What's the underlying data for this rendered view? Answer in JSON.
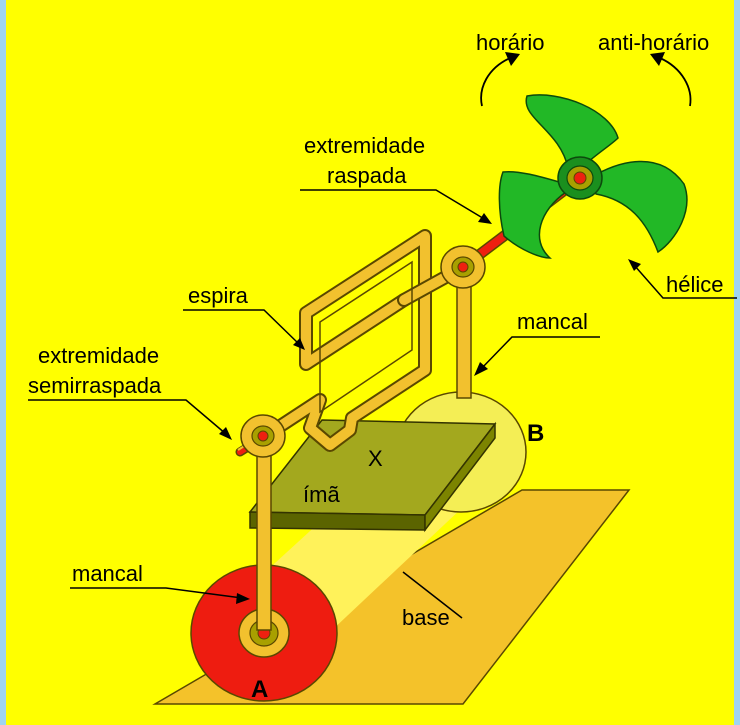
{
  "labels": {
    "horario": "horário",
    "anti_horario": "anti-horário",
    "extremidade_raspada_1": "extremidade",
    "extremidade_raspada_2": "raspada",
    "espira": "espira",
    "mancal_top": "mancal",
    "extremidade_semi_1": "extremidade",
    "extremidade_semi_2": "semirraspada",
    "helice": "hélice",
    "mancal_bottom": "mancal",
    "x": "X",
    "ima": "ímã",
    "base": "base",
    "a": "A",
    "b": "B"
  },
  "colors": {
    "background": "#ffff00",
    "wire": "#f2c12e",
    "wire_outline": "#5a4800",
    "propeller": "#22b826",
    "axle": "#ee2010",
    "wheel_red": "#ee1c10",
    "wheel_yellow": "#f4ee55",
    "magnet": "#a3a81e",
    "base": "#f4c22a"
  }
}
